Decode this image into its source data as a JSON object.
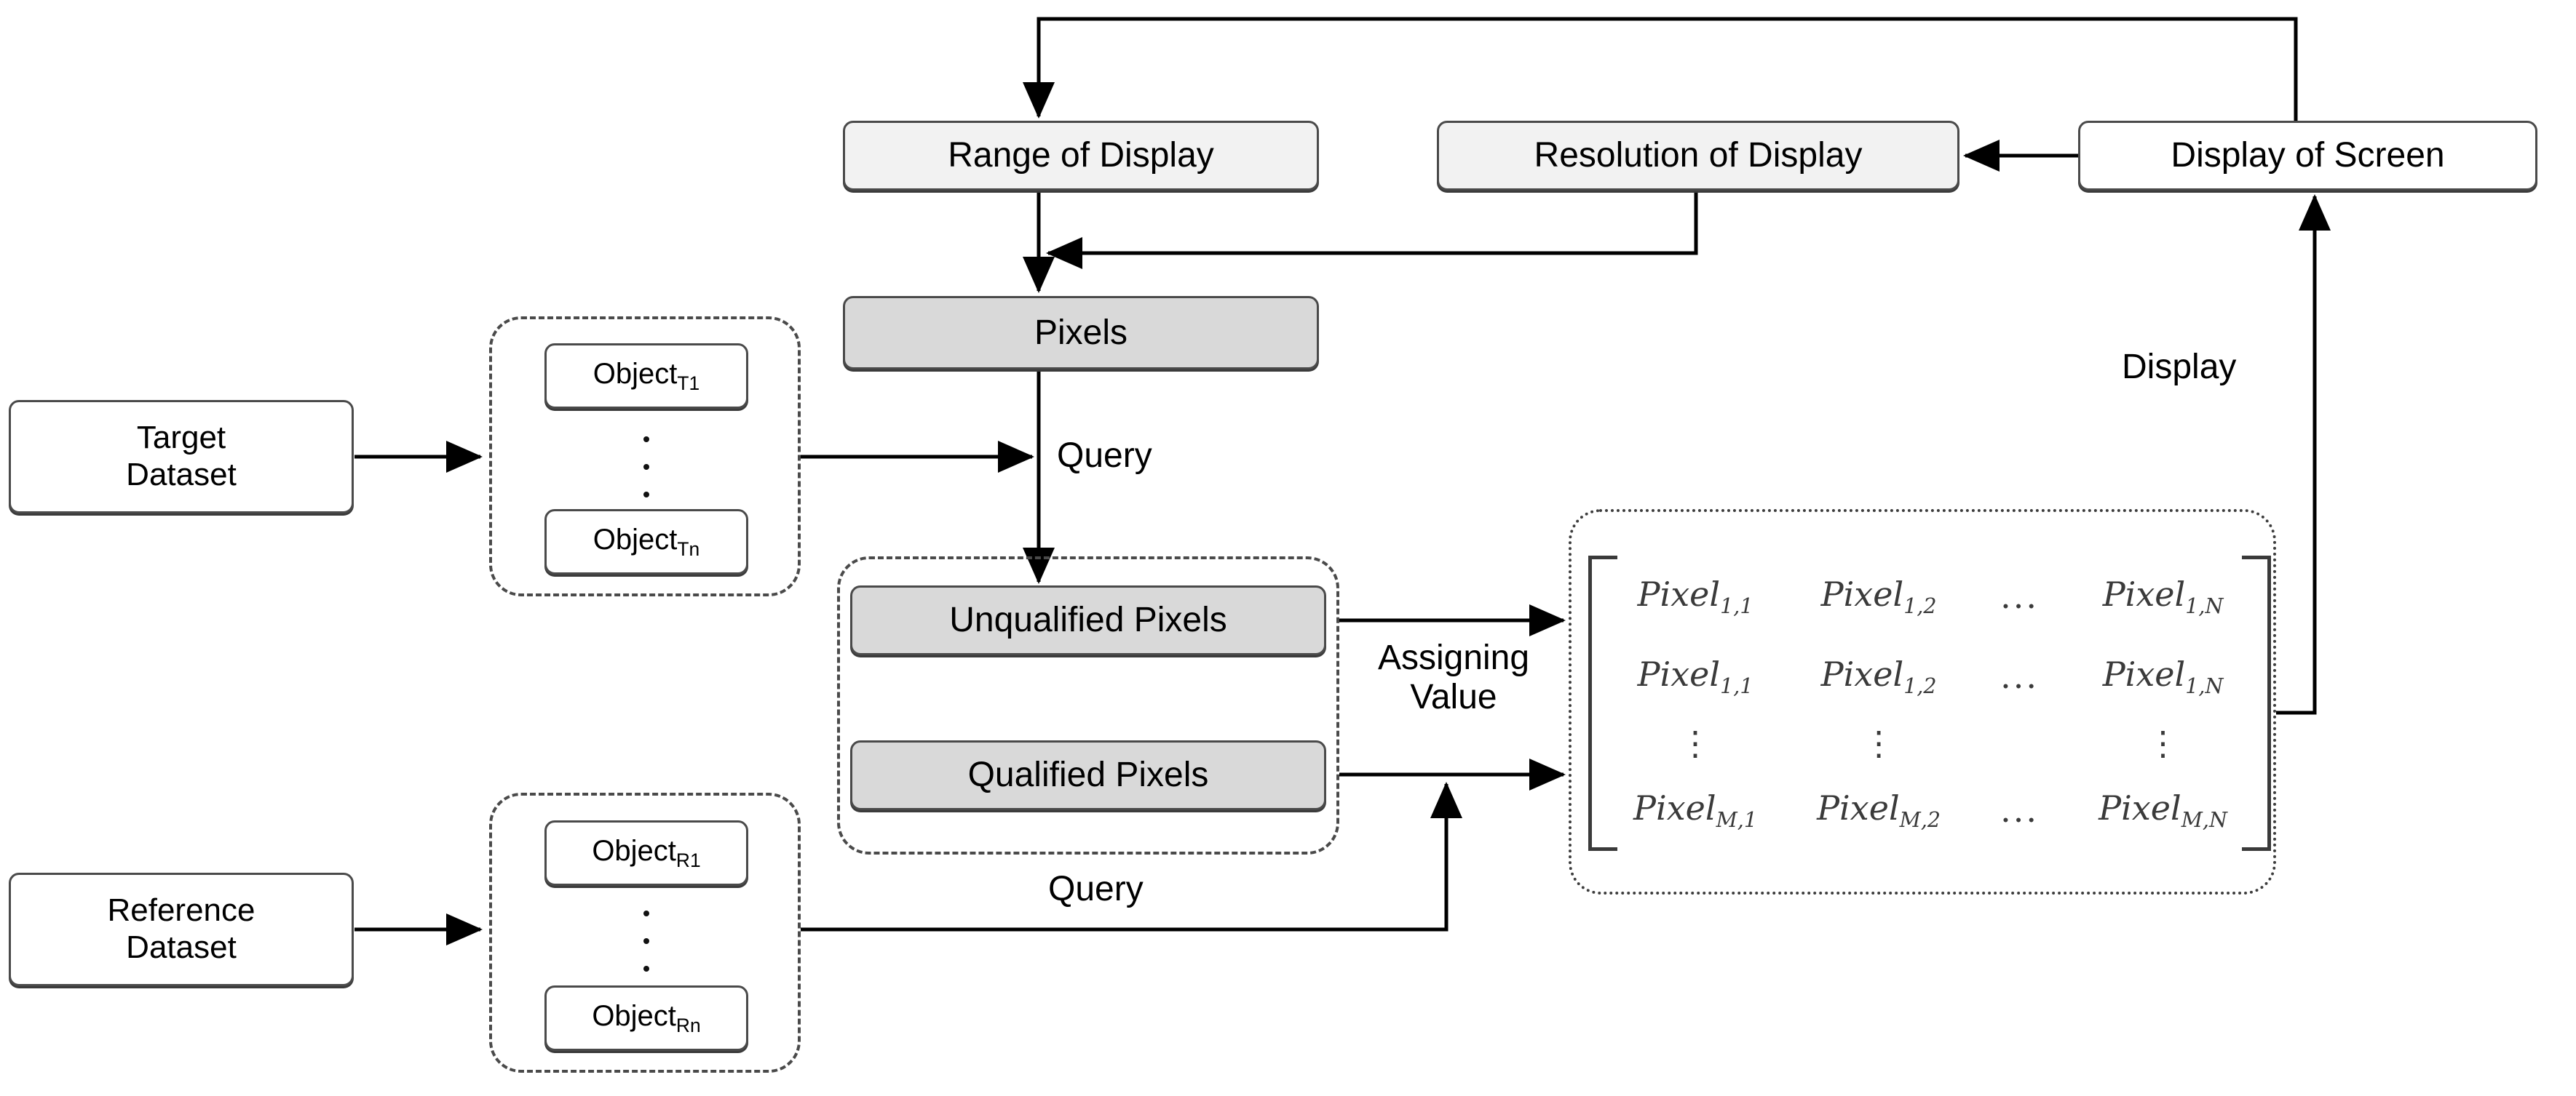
{
  "diagram": {
    "title": "Pixel-based display pipeline",
    "colors": {
      "node_border": "#4a4a4a",
      "node_light_fill": "#f2f2f2",
      "node_gray_fill": "#d9d9d9",
      "edge": "#000000",
      "matrix_text": "#3a3a3a"
    },
    "nodes": {
      "range_of_display": "Range of Display",
      "resolution_of_display": "Resolution of Display",
      "display_of_screen": "Display of Screen",
      "pixels": "Pixels",
      "unqualified_pixels": "Unqualified Pixels",
      "qualified_pixels": "Qualified Pixels",
      "target_dataset": "Target\nDataset",
      "reference_dataset": "Reference\nDataset"
    },
    "objects": {
      "target": [
        {
          "base": "Object",
          "sub": "T1"
        },
        {
          "base": "Object",
          "sub": "Tn"
        }
      ],
      "reference": [
        {
          "base": "Object",
          "sub": "R1"
        },
        {
          "base": "Object",
          "sub": "Rn"
        }
      ]
    },
    "edge_labels": {
      "query_top": "Query",
      "query_bottom": "Query",
      "assigning_value": "Assigning\nValue",
      "display": "Display"
    }
  },
  "matrix": {
    "rows": [
      [
        {
          "base": "Pixel",
          "sub": "1,1"
        },
        {
          "base": "Pixel",
          "sub": "1,2"
        },
        {
          "ellipsis": "..."
        },
        {
          "base": "Pixel",
          "sub": "1,N"
        }
      ],
      [
        {
          "base": "Pixel",
          "sub": "1,1"
        },
        {
          "base": "Pixel",
          "sub": "1,2"
        },
        {
          "ellipsis": "..."
        },
        {
          "base": "Pixel",
          "sub": "1,N"
        }
      ],
      [
        {
          "vdots": "⋮"
        },
        {
          "vdots": "⋮"
        },
        {
          "blank": ""
        },
        {
          "vdots": "⋮"
        }
      ],
      [
        {
          "base": "Pixel",
          "sub": "M,1"
        },
        {
          "base": "Pixel",
          "sub": "M,2"
        },
        {
          "ellipsis": "..."
        },
        {
          "base": "Pixel",
          "sub": "M,N"
        }
      ]
    ]
  }
}
